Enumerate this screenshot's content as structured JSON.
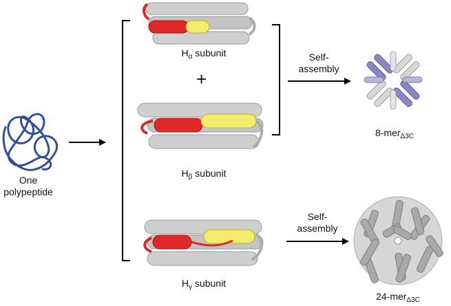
{
  "left": {
    "line1": "One",
    "line2": "polypeptide"
  },
  "subunits": {
    "alpha": {
      "base": "H",
      "sub": "α",
      "rest": " subunit"
    },
    "beta": {
      "base": "H",
      "sub": "β",
      "rest": " subunit"
    },
    "gamma": {
      "base": "H",
      "sub": "γ",
      "rest": " subunit"
    }
  },
  "plus": "+",
  "arrows": {
    "top": {
      "line1": "Self-",
      "line2": "assembly"
    },
    "bottom": {
      "line1": "Self-",
      "line2": "assembly"
    }
  },
  "products": {
    "octamer": {
      "base": "8-mer",
      "sub": "Δ3C"
    },
    "tetracosamer": {
      "base": "24-mer",
      "sub": "Δ3C"
    }
  },
  "colors": {
    "polypeptide": "#2f4f9a",
    "helix_gray": "#c9c9c9",
    "helix_red": "#e02828",
    "helix_yellow": "#f2ec6a",
    "octamer_purple": "#8b86c4",
    "cage_gray": "#a9a9a9"
  }
}
